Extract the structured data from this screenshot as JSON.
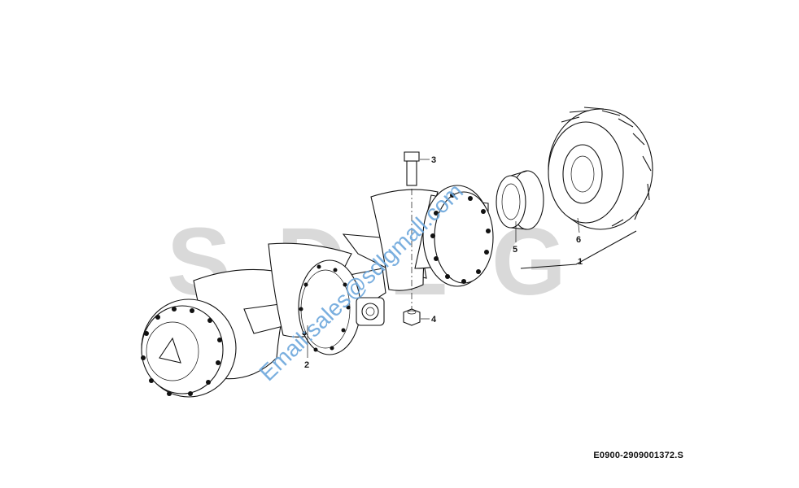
{
  "diagram": {
    "watermark_letters": [
      "S",
      "D",
      "L",
      "G"
    ],
    "watermark_email": "Email:sales@sdlgmall.com",
    "reference_code": "E0900-2909001372.S",
    "callouts": [
      {
        "id": "c1",
        "text": "1"
      },
      {
        "id": "c2",
        "text": "2"
      },
      {
        "id": "c3",
        "text": "3"
      },
      {
        "id": "c4",
        "text": "4"
      },
      {
        "id": "c5",
        "text": "5"
      },
      {
        "id": "c6",
        "text": "6"
      }
    ]
  }
}
